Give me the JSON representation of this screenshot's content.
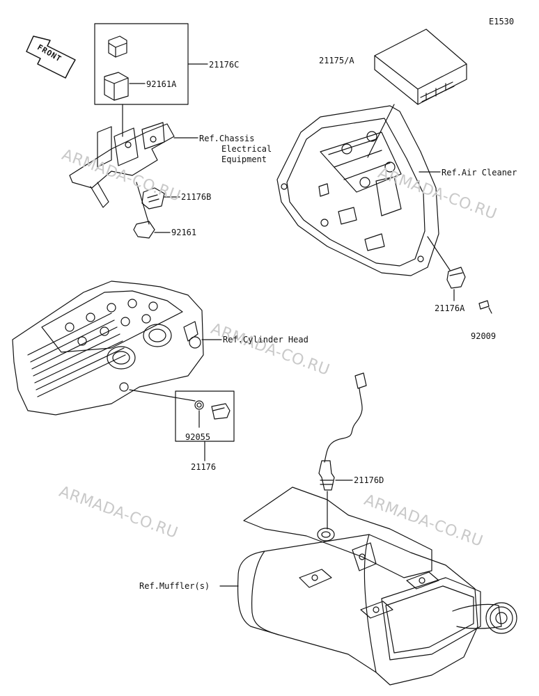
{
  "diagram_code": "E1530",
  "front_label": "FRONT",
  "watermark": "ARMADA-CO.RU",
  "labels": {
    "p21175A": "21175/A",
    "p21176C": "21176C",
    "p92161A": "92161A",
    "refChassis1": "Ref.Chassis",
    "refChassis2": "Electrical",
    "refChassis3": "Equipment",
    "refAirCleaner": "Ref.Air Cleaner",
    "p21176B": "21176B",
    "p92161": "92161",
    "p21176A": "21176A",
    "p92009": "92009",
    "refCylHead": "Ref.Cylinder Head",
    "p92055": "92055",
    "p21176": "21176",
    "p21176D": "21176D",
    "refMuffler": "Ref.Muffler(s)"
  },
  "colors": {
    "line": "#111111",
    "watermark": "#c9c9c9"
  }
}
